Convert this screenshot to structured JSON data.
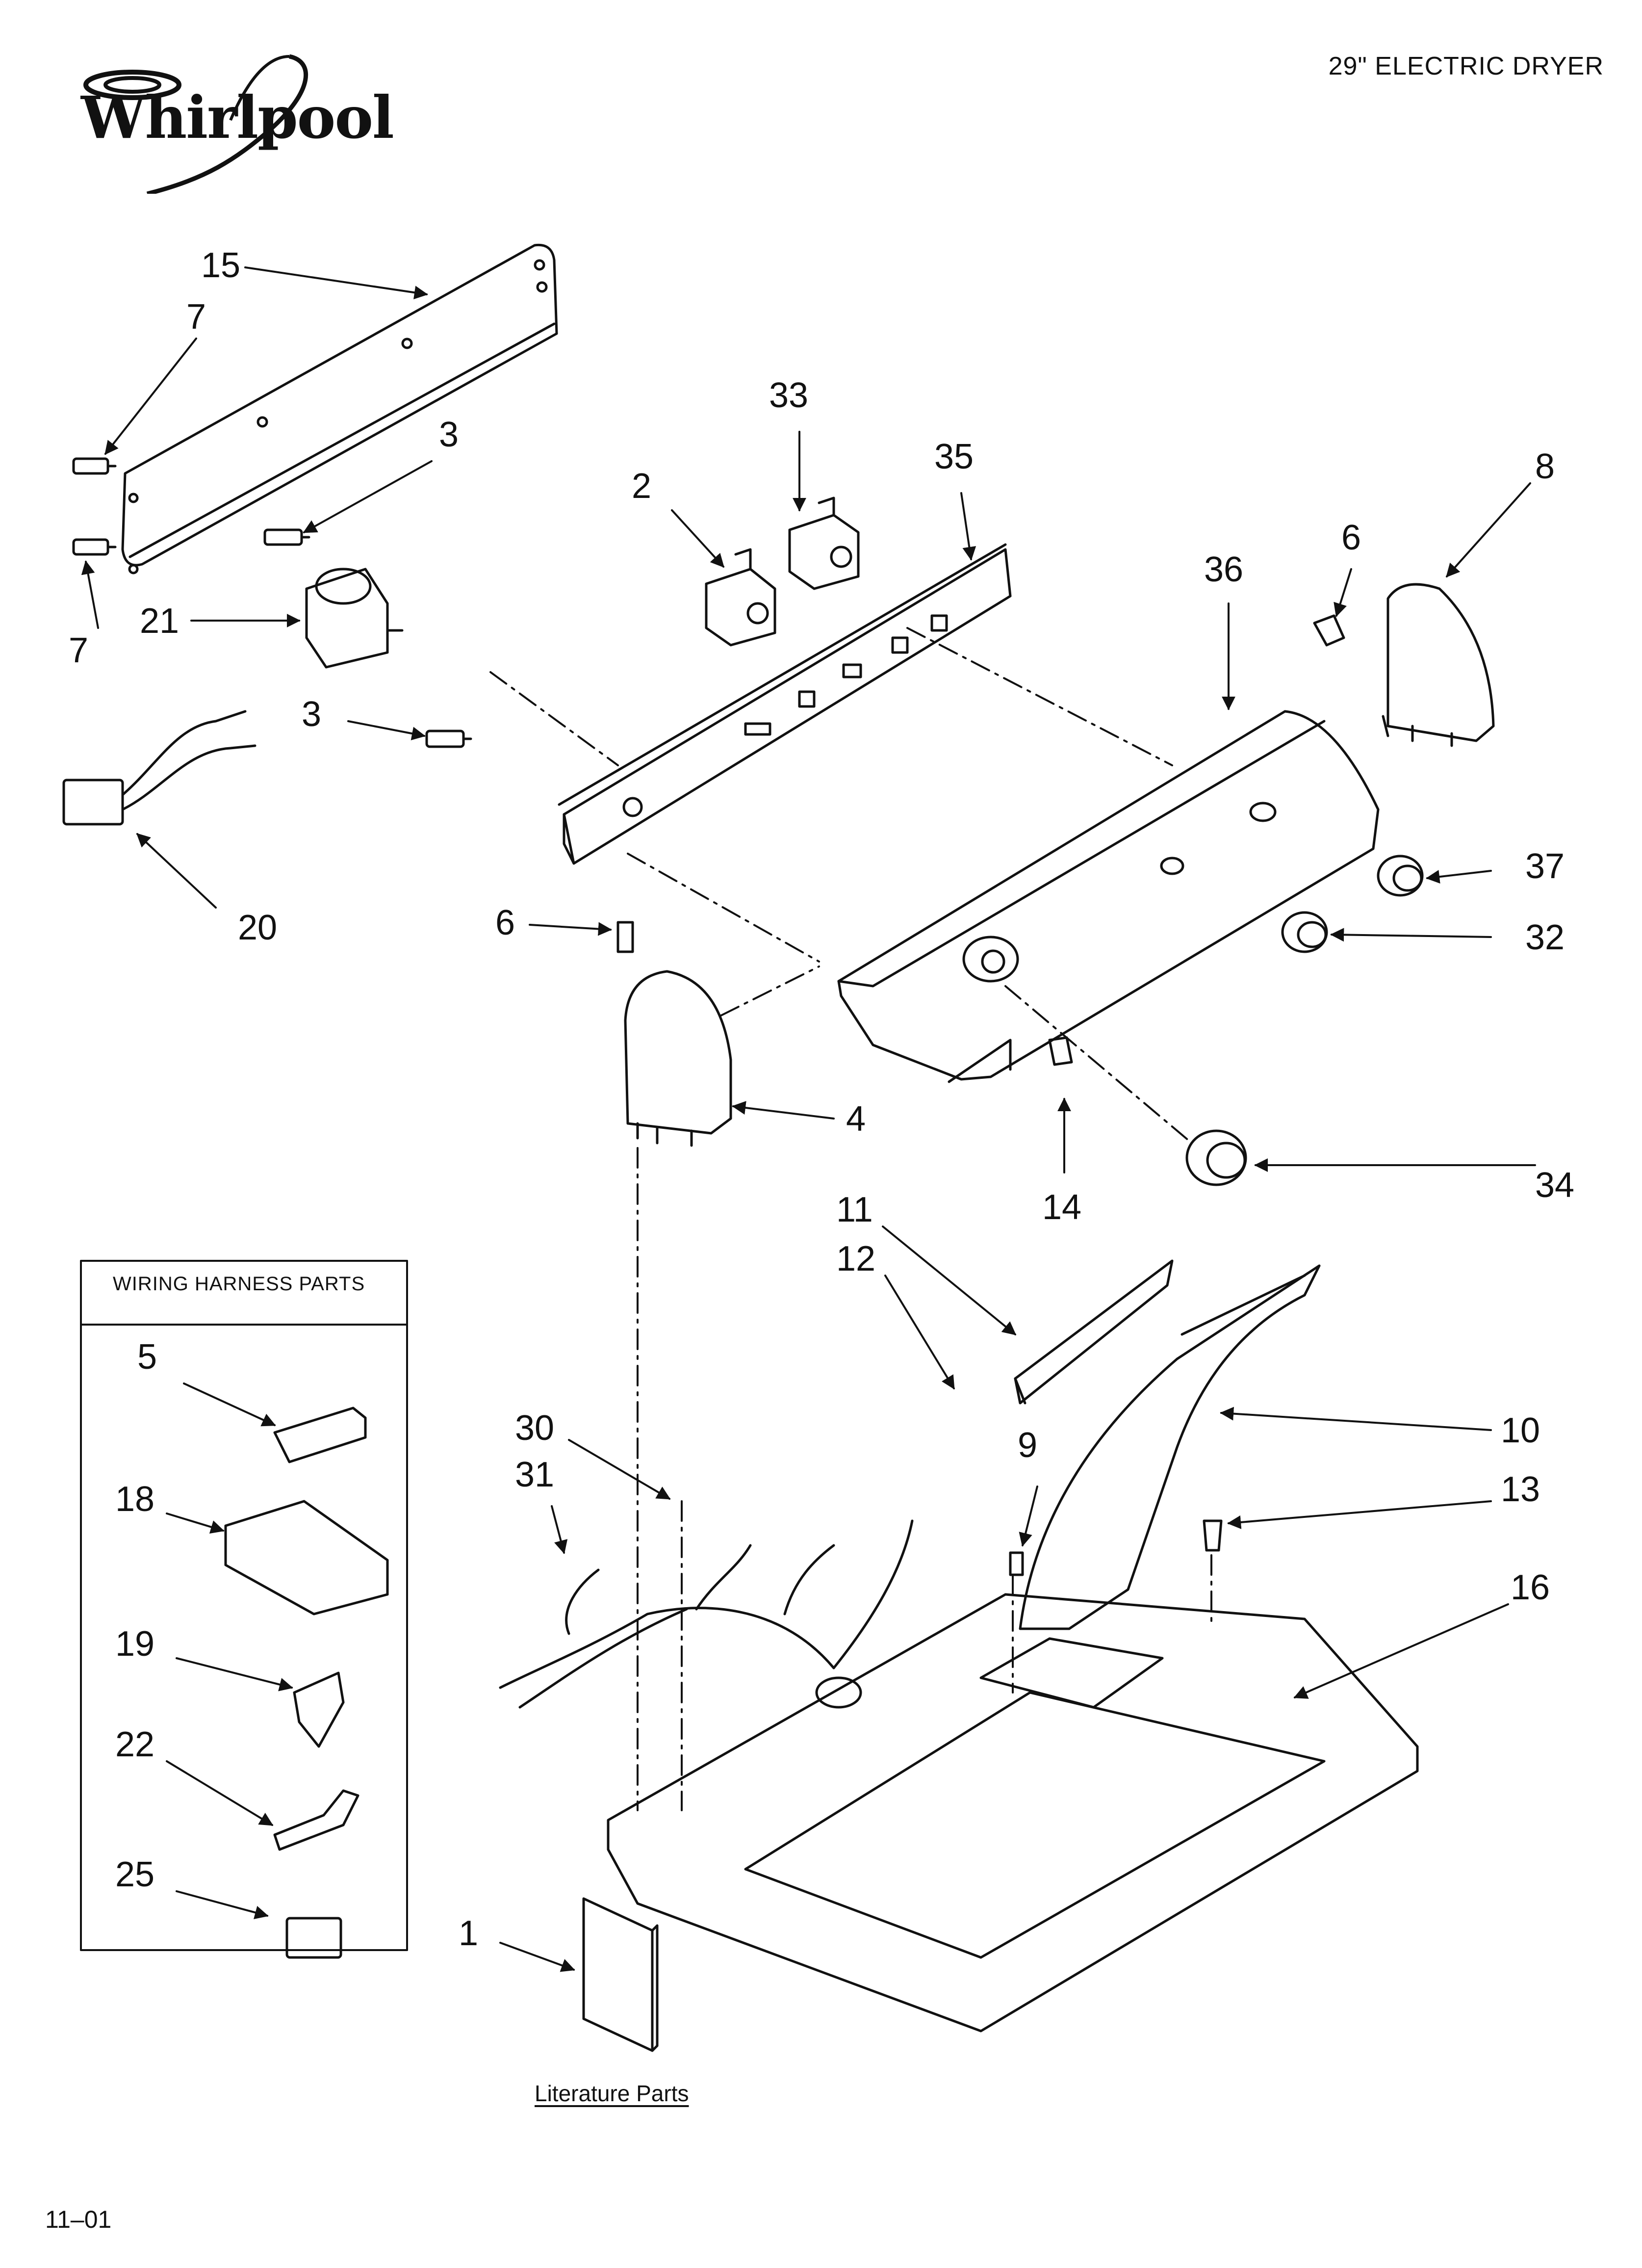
{
  "header": {
    "brand": "Whirlpool",
    "title": "29\" ELECTRIC DRYER"
  },
  "footer": {
    "code": "11–01"
  },
  "wiring_box": {
    "title": "WIRING HARNESS PARTS",
    "callouts": [
      "5",
      "18",
      "19",
      "22",
      "25"
    ]
  },
  "literature": {
    "label": "Literature Parts"
  },
  "callouts": {
    "c15": "15",
    "c7a": "7",
    "c7b": "7",
    "c3a": "3",
    "c3b": "3",
    "c21": "21",
    "c20": "20",
    "c33": "33",
    "c2": "2",
    "c35": "35",
    "c36": "36",
    "c6a": "6",
    "c8": "8",
    "c37": "37",
    "c32": "32",
    "c6b": "6",
    "c4": "4",
    "c14": "14",
    "c34": "34",
    "c11": "11",
    "c12": "12",
    "c10": "10",
    "c9": "9",
    "c13": "13",
    "c30": "30",
    "c31": "31",
    "c16": "16",
    "c1": "1"
  }
}
